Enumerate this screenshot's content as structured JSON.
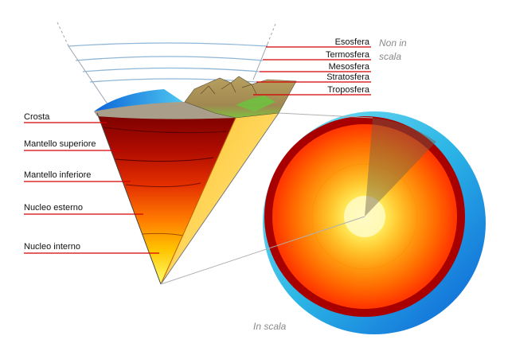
{
  "atmosphere_labels": {
    "exosphere": "Esosfera",
    "thermosphere": "Termosfera",
    "mesosphere": "Mesosfera",
    "stratosphere": "Stratosfera",
    "troposphere": "Troposfera"
  },
  "interior_labels": {
    "crust": "Crosta",
    "upper_mantle": "Mantello superiore",
    "lower_mantle": "Mantello inferiore",
    "outer_core": "Nucleo esterno",
    "inner_core": "Nucleo interno"
  },
  "notes": {
    "not_to_scale_line1": "Non in",
    "not_to_scale_line2": "scala",
    "to_scale": "In scala"
  },
  "colors": {
    "leader_line": "#d40000",
    "crust": "#a89e8a",
    "upper_mantle": "#8b0000",
    "lower_mantle": "#e43000",
    "outer_core": "#ff9a00",
    "inner_core": "#fff060",
    "ocean": "#1a8fe8",
    "sphere_shell": "#2cb6e6"
  }
}
